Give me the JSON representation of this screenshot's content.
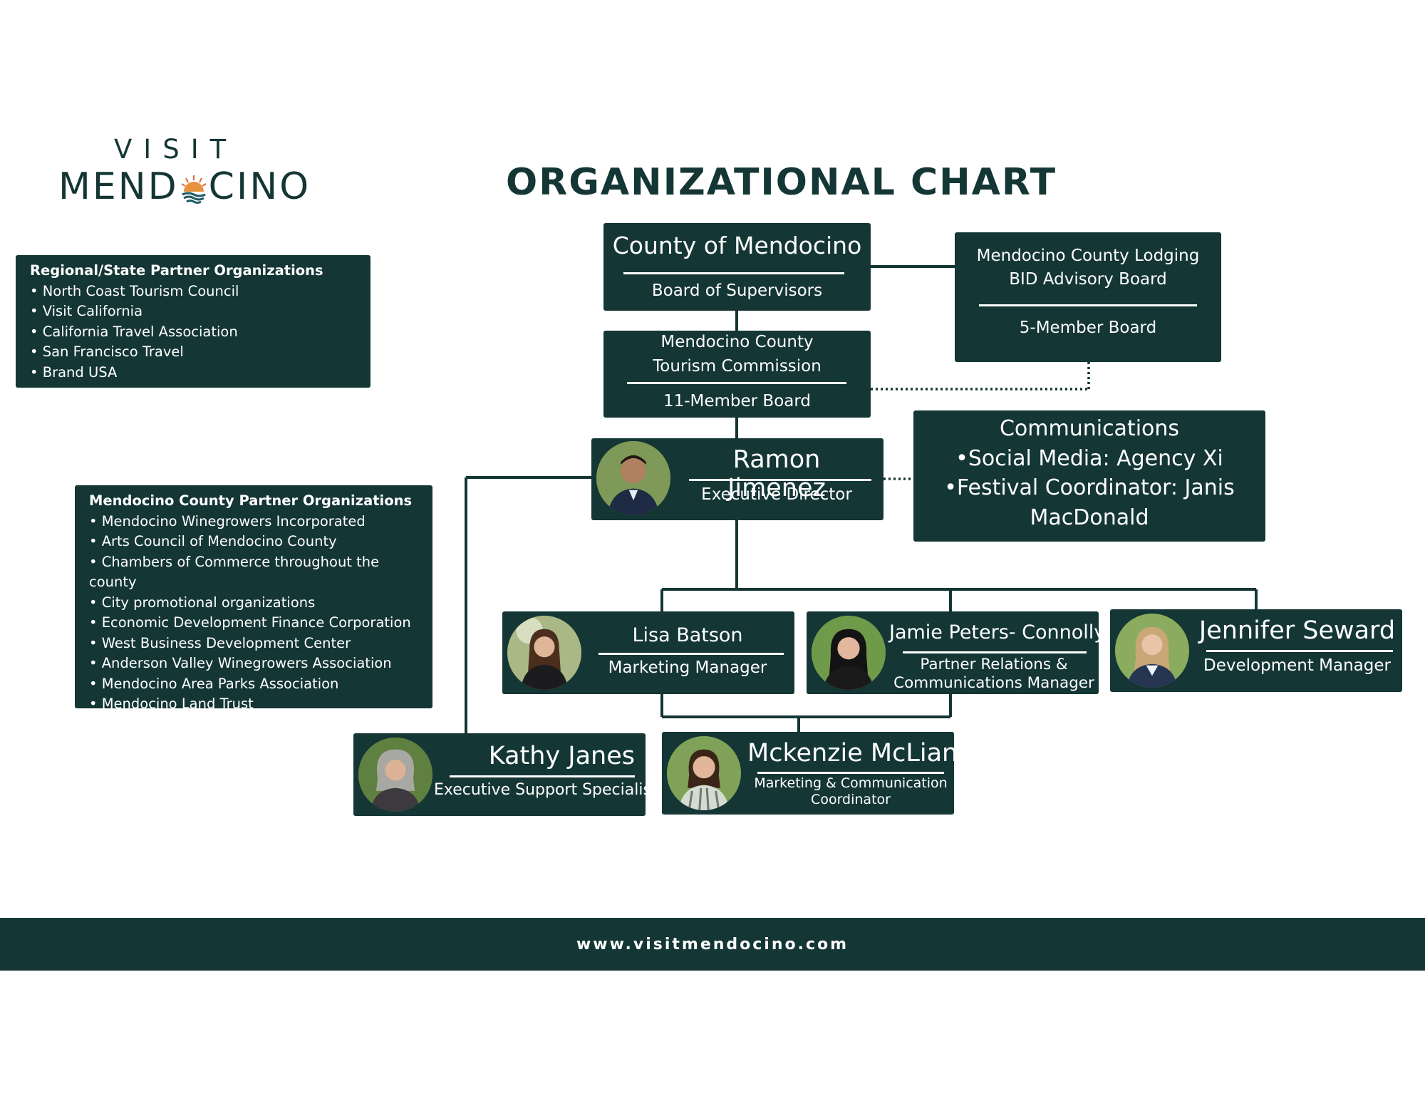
{
  "logo": {
    "line1": "VISIT",
    "line2_left": "MEND",
    "line2_right": "CINO"
  },
  "title": "ORGANIZATIONAL CHART",
  "regional_partners": {
    "heading": "Regional/State Partner Organizations",
    "items": [
      "• North Coast Tourism Council",
      "• Visit California",
      "• California Travel Association",
      "• San Francisco Travel",
      "• Brand USA"
    ]
  },
  "county_partners": {
    "heading": "Mendocino County Partner Organizations",
    "items": [
      "• Mendocino Winegrowers Incorporated",
      "• Arts Council of Mendocino County",
      "• Chambers of Commerce throughout the county",
      "• City promotional organizations",
      "• Economic Development Finance Corporation",
      "• West Business Development Center",
      "• Anderson Valley Winegrowers Association",
      "• Mendocino Area Parks Association",
      "• Mendocino Land Trust"
    ]
  },
  "county": {
    "name": "County of  Mendocino",
    "subtitle": "Board of Supervisors"
  },
  "lodging": {
    "name_line1": "Mendocino County Lodging",
    "name_line2": "BID Advisory Board",
    "subtitle": "5-Member Board"
  },
  "commission": {
    "name_line1": "Mendocino County",
    "name_line2": "Tourism Commission",
    "subtitle": "11-Member Board"
  },
  "director": {
    "name": "Ramon Jimenez",
    "role": "Executive Director"
  },
  "contractors": {
    "line1": "Communications",
    "line2": "•Social Media: Agency Xi",
    "line3": "•Festival Coordinator: Janis",
    "line4": "MacDonald"
  },
  "staff": {
    "lisa": {
      "name": "Lisa Batson",
      "role": "Marketing Manager"
    },
    "jamie": {
      "name": "Jamie Peters- Connolly",
      "role_line1": "Partner Relations &",
      "role_line2": "Communications Manager"
    },
    "jennifer": {
      "name": "Jennifer Seward",
      "role": "Development Manager"
    },
    "kathy": {
      "name": "Kathy Janes",
      "role": "Executive Support Specialist"
    },
    "mckenzie": {
      "name": "Mckenzie McLian",
      "role_line1": "Marketing & Communication",
      "role_line2": "Coordinator"
    }
  },
  "footer": {
    "url": "www.visitmendocino.com"
  },
  "colors": {
    "primary": "#143635",
    "background": "#ffffff",
    "text_on_primary": "#ffffff"
  }
}
